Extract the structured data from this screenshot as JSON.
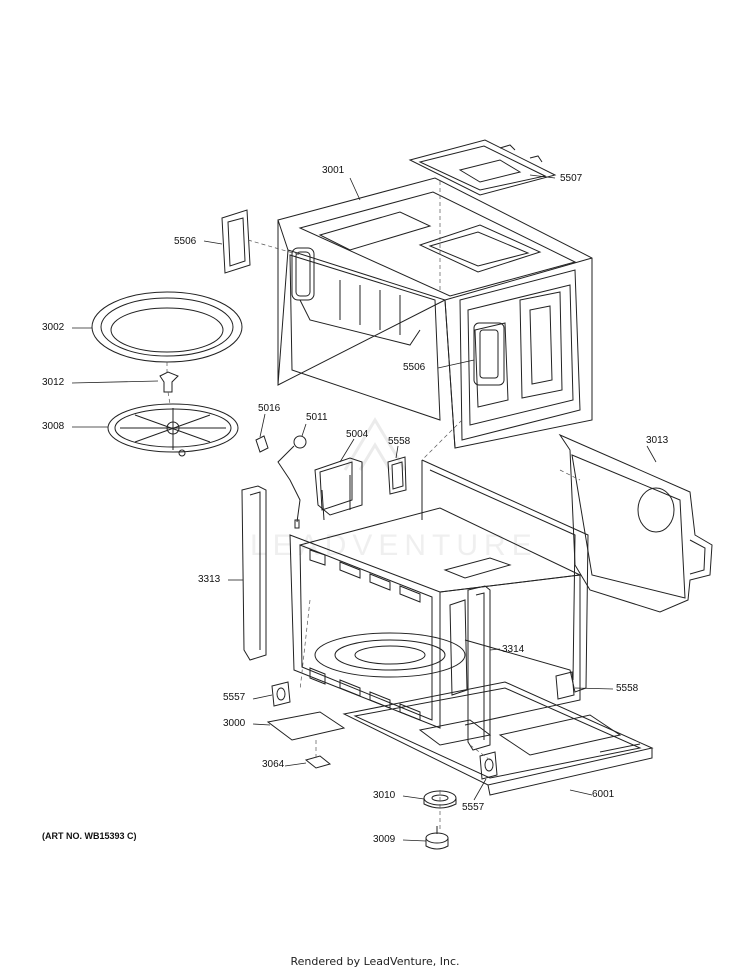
{
  "diagram": {
    "parts": [
      {
        "id": "3001"
      },
      {
        "id": "5507"
      },
      {
        "id": "5506"
      },
      {
        "id": "5506"
      },
      {
        "id": "3002"
      },
      {
        "id": "3012"
      },
      {
        "id": "3008"
      },
      {
        "id": "5016"
      },
      {
        "id": "5011"
      },
      {
        "id": "5004"
      },
      {
        "id": "5558"
      },
      {
        "id": "3013"
      },
      {
        "id": "3313"
      },
      {
        "id": "3314"
      },
      {
        "id": "5558"
      },
      {
        "id": "5557"
      },
      {
        "id": "3000"
      },
      {
        "id": "3064"
      },
      {
        "id": "3010"
      },
      {
        "id": "5557"
      },
      {
        "id": "6001"
      },
      {
        "id": "3009"
      }
    ],
    "art_note": "(ART NO. WB15393 C)",
    "footer": "Rendered by LeadVenture, Inc.",
    "line_color": "#222222",
    "watermark_text": "LEADVENTURE"
  }
}
